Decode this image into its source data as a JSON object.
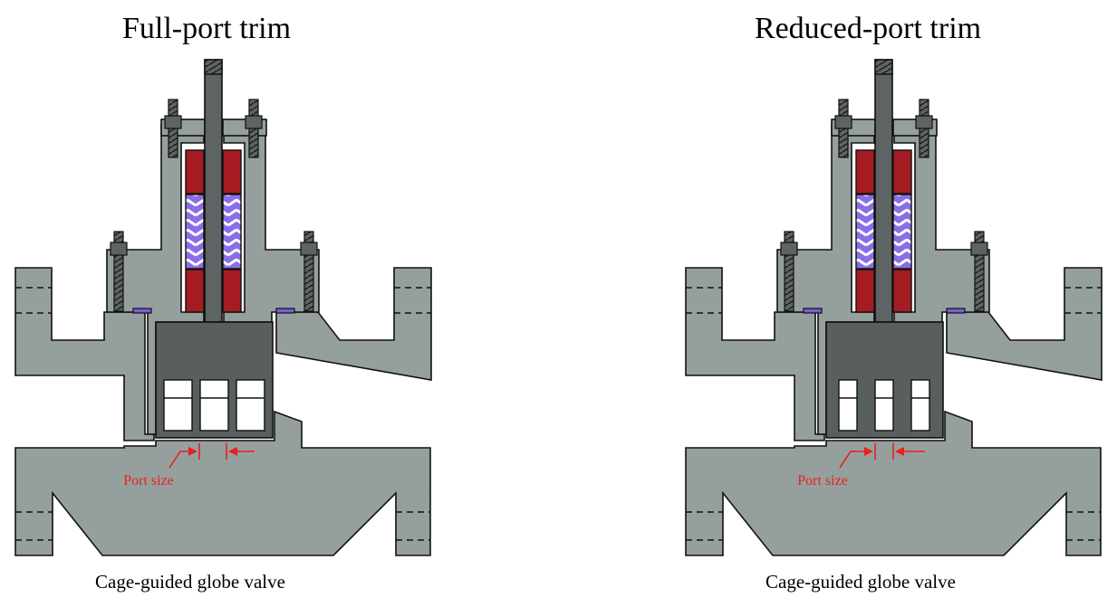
{
  "left_panel": {
    "title": "Full-port trim",
    "port_label": "Port size",
    "caption": "Cage-guided globe valve"
  },
  "right_panel": {
    "title": "Reduced-port trim",
    "port_label": "Port size",
    "caption": "Cage-guided globe valve"
  },
  "colors": {
    "body": "#95a09e",
    "plug": "#595f5e",
    "packing_ring": "#a51c22",
    "packing_chevron": "#8a6ee8",
    "gasket": "#7a5cd6",
    "annotation": "#e8211b",
    "outline": "#111111"
  }
}
